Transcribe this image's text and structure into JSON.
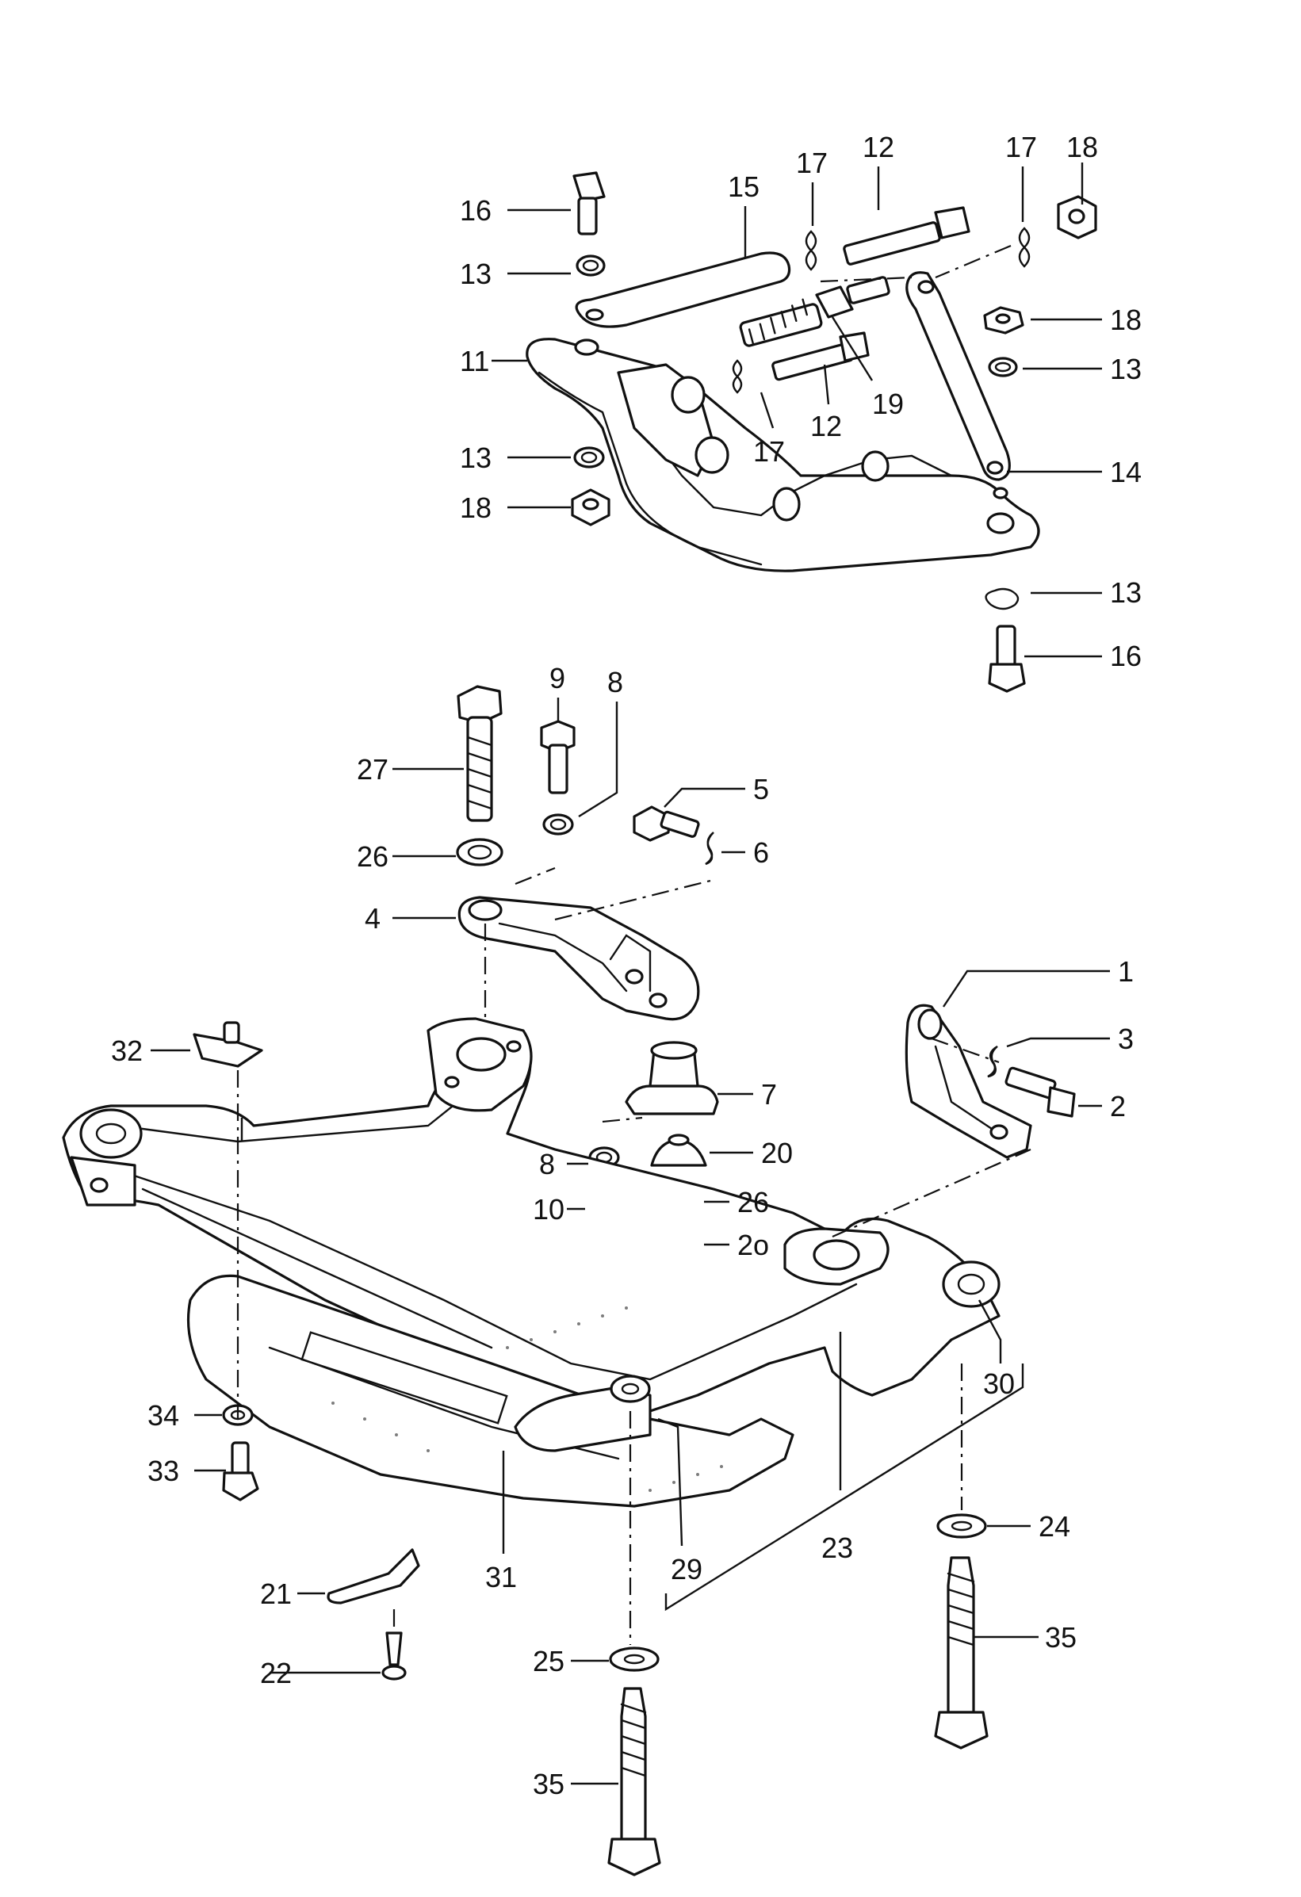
{
  "callouts": [
    {
      "id": "c16a",
      "label": "16"
    },
    {
      "id": "c15",
      "label": "15"
    },
    {
      "id": "c17a",
      "label": "17"
    },
    {
      "id": "c12a",
      "label": "12"
    },
    {
      "id": "c17b",
      "label": "17"
    },
    {
      "id": "c18a",
      "label": "18"
    },
    {
      "id": "c13a",
      "label": "13"
    },
    {
      "id": "c18b",
      "label": "18"
    },
    {
      "id": "c11",
      "label": "11"
    },
    {
      "id": "c13b",
      "label": "13"
    },
    {
      "id": "c19",
      "label": "19"
    },
    {
      "id": "c12b",
      "label": "12"
    },
    {
      "id": "c17c",
      "label": "17"
    },
    {
      "id": "c13c",
      "label": "13"
    },
    {
      "id": "c14",
      "label": "14"
    },
    {
      "id": "c18c",
      "label": "18"
    },
    {
      "id": "c13d",
      "label": "13"
    },
    {
      "id": "c16b",
      "label": "16"
    },
    {
      "id": "c9",
      "label": "9"
    },
    {
      "id": "c8a",
      "label": "8"
    },
    {
      "id": "c27",
      "label": "27"
    },
    {
      "id": "c5",
      "label": "5"
    },
    {
      "id": "c26a",
      "label": "26"
    },
    {
      "id": "c6",
      "label": "6"
    },
    {
      "id": "c4",
      "label": "4"
    },
    {
      "id": "c1",
      "label": "1"
    },
    {
      "id": "c32",
      "label": "32"
    },
    {
      "id": "c3",
      "label": "3"
    },
    {
      "id": "c7",
      "label": "7"
    },
    {
      "id": "c2",
      "label": "2"
    },
    {
      "id": "c8b",
      "label": "8"
    },
    {
      "id": "c20",
      "label": "20"
    },
    {
      "id": "c10",
      "label": "10"
    },
    {
      "id": "c26b",
      "label": "26"
    },
    {
      "id": "c28",
      "label": "2o"
    },
    {
      "id": "c30",
      "label": "30"
    },
    {
      "id": "c34",
      "label": "34"
    },
    {
      "id": "c33",
      "label": "33"
    },
    {
      "id": "c24",
      "label": "24"
    },
    {
      "id": "c23",
      "label": "23"
    },
    {
      "id": "c29",
      "label": "29"
    },
    {
      "id": "c21",
      "label": "21"
    },
    {
      "id": "c31",
      "label": "31"
    },
    {
      "id": "c35a",
      "label": "35"
    },
    {
      "id": "c22",
      "label": "22"
    },
    {
      "id": "c25",
      "label": "25"
    },
    {
      "id": "c35b",
      "label": "35"
    }
  ]
}
